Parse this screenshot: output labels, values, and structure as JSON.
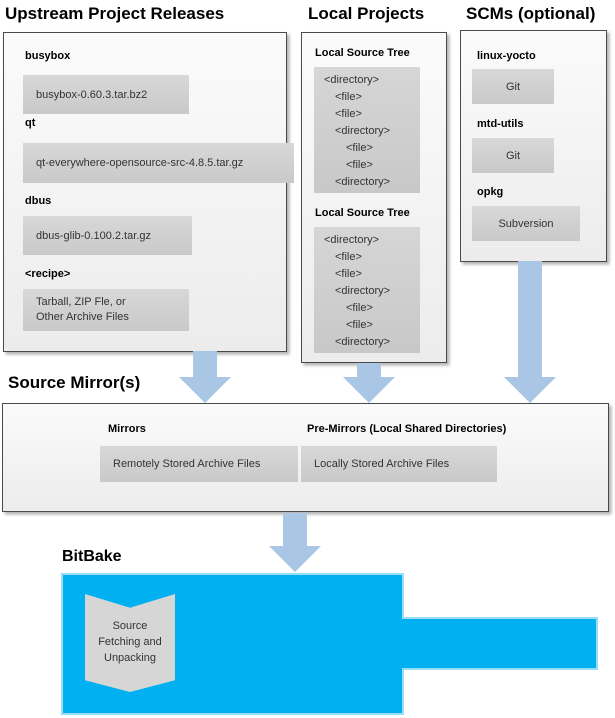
{
  "upstream": {
    "title": "Upstream Project Releases",
    "items": [
      {
        "label": "busybox",
        "lines": [
          "busybox-0.60.3.tar.bz2"
        ]
      },
      {
        "label": "qt",
        "lines": [
          "qt-everywhere-opensource-src-4.8.5.tar.gz"
        ]
      },
      {
        "label": "dbus",
        "lines": [
          "dbus-glib-0.100.2.tar.gz"
        ]
      },
      {
        "label": "<recipe>",
        "lines": [
          "Tarball, ZIP Fle, or",
          "Other Archive Files"
        ]
      }
    ]
  },
  "local_projects": {
    "title": "Local Projects",
    "groups": [
      {
        "label": "Local Source Tree",
        "lines": [
          "<directory>",
          "<file>",
          "<file>",
          "<directory>",
          "<file>",
          "<file>",
          "<directory>"
        ]
      },
      {
        "label": "Local Source Tree",
        "lines": [
          "<directory>",
          "<file>",
          "<file>",
          "<directory>",
          "<file>",
          "<file>",
          "<directory>"
        ]
      }
    ]
  },
  "scms": {
    "title": "SCMs (optional)",
    "items": [
      {
        "label": "linux-yocto",
        "box": "Git"
      },
      {
        "label": "mtd-utils",
        "box": "Git"
      },
      {
        "label": "opkg",
        "box": "Subversion"
      }
    ]
  },
  "source_mirrors": {
    "title": "Source Mirror(s)",
    "mirrors_label": "Mirrors",
    "mirrors_box": "Remotely Stored Archive Files",
    "premirrors_label": "Pre-Mirrors (Local Shared Directories)",
    "premirrors_box": "Locally Stored Archive Files"
  },
  "bitbake": {
    "title": "BitBake",
    "ribbon_lines": [
      "Source",
      "Fetching and",
      "Unpacking"
    ]
  },
  "colors": {
    "bitbake_cyan": "#00B0F0",
    "bitbake_edge": "#9ADDF8",
    "arrow_blue": "#A9C6E4",
    "item_box_gray": "#D2D2D2",
    "panel_bg": "#F2F2F2"
  }
}
